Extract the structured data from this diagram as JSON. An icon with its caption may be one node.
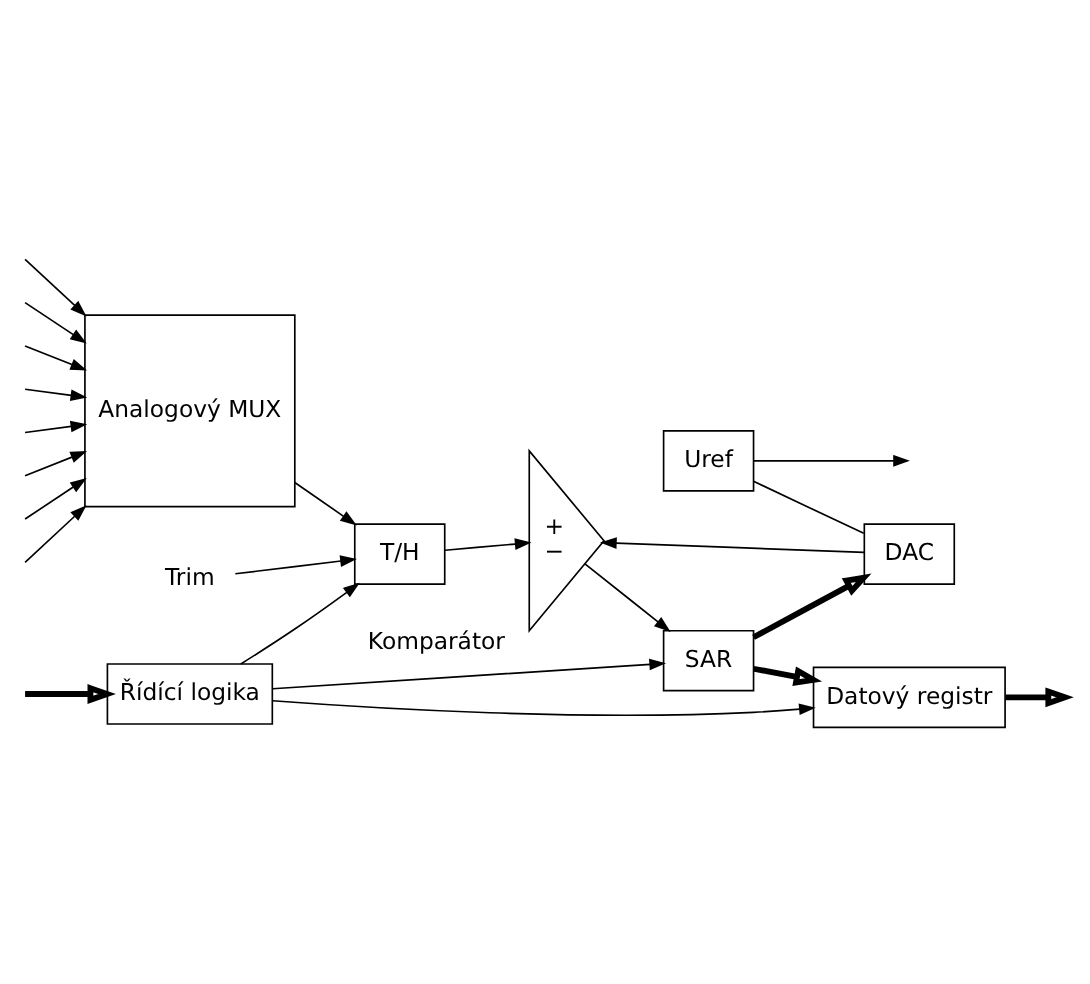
{
  "diagram": {
    "nodes": [
      {
        "text": [
          "Trim"
        ]
      },
      {
        "text": [
          "Analogový MUX"
        ]
      },
      {
        "text": [
          "T/H"
        ]
      },
      {
        "text": [
          "+",
          "−"
        ],
        "beside": [
          "Komparátor"
        ]
      },
      {
        "text": [
          "DAC"
        ]
      },
      {
        "text": [
          "SAR"
        ]
      },
      {
        "text": [
          "Uref"
        ]
      },
      {
        "text": [
          "Řídící logika"
        ]
      },
      {
        "text": [
          "Datový registr"
        ]
      }
    ],
    "edges": [
      {
        "from": null,
        "to": 1,
        "arrow": "to"
      },
      {
        "from": null,
        "to": 1,
        "arrow": "to"
      },
      {
        "from": null,
        "to": 1,
        "arrow": "to"
      },
      {
        "from": null,
        "to": 1,
        "arrow": "to"
      },
      {
        "from": null,
        "to": 1,
        "arrow": "to"
      },
      {
        "from": null,
        "to": 1,
        "arrow": "to"
      },
      {
        "from": null,
        "to": 1,
        "arrow": "to"
      },
      {
        "from": null,
        "to": 1,
        "arrow": "to"
      },
      {
        "from": 1,
        "to": 2,
        "arrow": "to"
      },
      {
        "from": 0,
        "to": 2,
        "arrow": "to"
      },
      {
        "from": 2,
        "to": 3,
        "arrow": "to"
      },
      {
        "from": 4,
        "to": 3,
        "arrow": "to"
      },
      {
        "from": 3,
        "to": 5,
        "arrow": "to"
      },
      {
        "from": 5,
        "to": 4,
        "arrow": "to",
        "style": "thick"
      },
      {
        "from": 6,
        "to": 4,
        "arrow": "none"
      },
      {
        "from": 6,
        "to": null,
        "arrow": "to"
      },
      {
        "from": 7,
        "to": 2,
        "arrow": "to"
      },
      {
        "from": 7,
        "to": 5,
        "arrow": "to"
      },
      {
        "from": 7,
        "to": 8,
        "arrow": "to"
      },
      {
        "from": 5,
        "to": 8,
        "arrow": "to",
        "style": "thick"
      },
      {
        "from": null,
        "to": 7,
        "arrow": "to",
        "style": "thick"
      },
      {
        "from": 8,
        "to": null,
        "arrow": "to",
        "style": "thick"
      }
    ]
  }
}
